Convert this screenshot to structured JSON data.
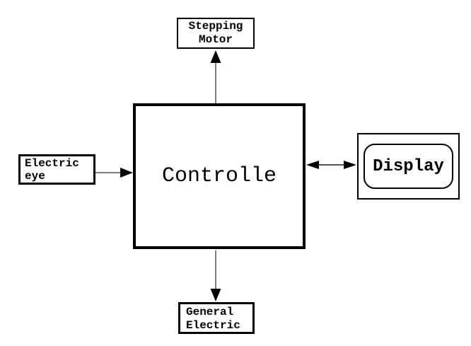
{
  "diagram": {
    "type": "block-diagram",
    "background": "#ffffff",
    "nodes": {
      "controller": {
        "label": "Controlle"
      },
      "stepping_motor": {
        "label": "Stepping\nMotor"
      },
      "electric_eye": {
        "label": "Electric\neye"
      },
      "display": {
        "label": "Display"
      },
      "general_electric": {
        "label": "General\nElectric"
      }
    },
    "edges": [
      {
        "from": "Controlle",
        "to": "Stepping Motor",
        "arrows": "single",
        "direction": "up"
      },
      {
        "from": "Electric eye",
        "to": "Controlle",
        "arrows": "single",
        "direction": "right"
      },
      {
        "from": "Controlle",
        "to": "Display",
        "arrows": "double",
        "direction": "horizontal"
      },
      {
        "from": "Controlle",
        "to": "General Electric",
        "arrows": "single",
        "direction": "down"
      }
    ],
    "colors": {
      "border": "#000000",
      "text": "#000000",
      "line": "#7f7f7f",
      "line_dark": "#1a1a1a",
      "arrowhead": "#000000",
      "background": "#ffffff"
    }
  }
}
